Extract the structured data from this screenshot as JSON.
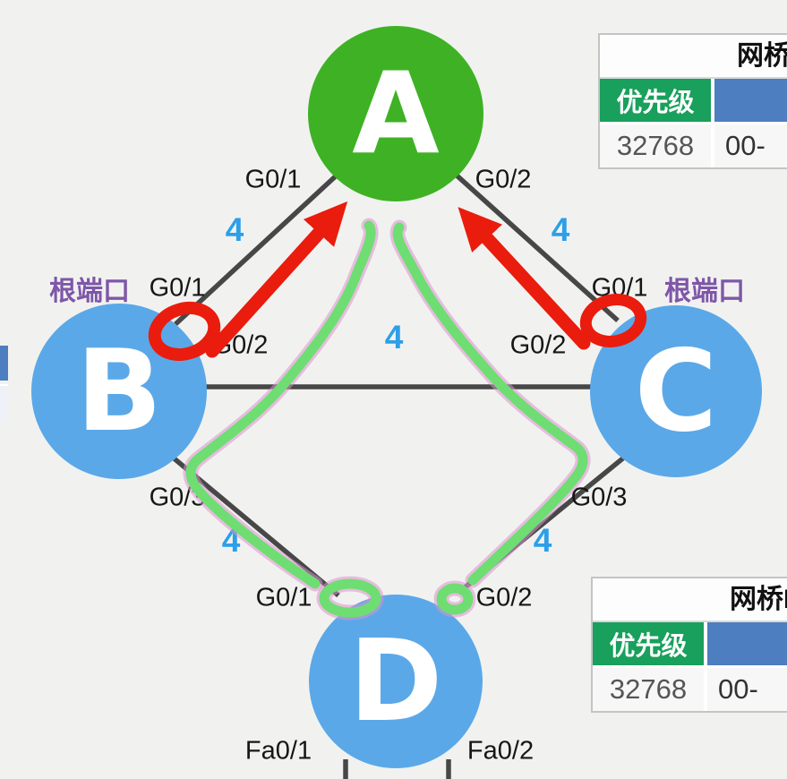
{
  "nodes": {
    "a": {
      "label": "A",
      "color": "#3eb224"
    },
    "b": {
      "label": "B",
      "color": "#5ba8e8"
    },
    "c": {
      "label": "C",
      "color": "#5ba8e8"
    },
    "d": {
      "label": "D",
      "color": "#5ba8e8"
    }
  },
  "ports": {
    "a_left": "G0/1",
    "a_right": "G0/2",
    "b_top": "G0/1",
    "b_right": "G0/2",
    "b_bottom": "G0/3",
    "c_top": "G0/1",
    "c_left": "G0/2",
    "c_bottom": "G0/3",
    "d_left": "G0/1",
    "d_right": "G0/2",
    "d_fa1": "Fa0/1",
    "d_fa2": "Fa0/2"
  },
  "costs": {
    "ab": "4",
    "ac": "4",
    "bc": "4",
    "bd": "4",
    "cd": "4"
  },
  "annotations": {
    "root_port_left": "根端口",
    "root_port_right": "根端口"
  },
  "tables": {
    "top": {
      "title": "网桥ID",
      "priority_header": "优先级",
      "priority_value": "32768",
      "mac_value": "00-"
    },
    "bottom": {
      "title": "网桥ID",
      "priority_header": "优先级",
      "priority_value": "32768",
      "mac_value": "00-"
    }
  },
  "colors": {
    "link": "#474747",
    "cost_text": "#2d9fe8",
    "root_port_text": "#7e57a8",
    "red_marker": "#ea1c0d",
    "green_marker": "#6ede72",
    "table_header_green": "#18a05c",
    "table_header_blue": "#4d7ec0",
    "node_root_green": "#3eb224",
    "node_blue": "#5ba8e8"
  }
}
